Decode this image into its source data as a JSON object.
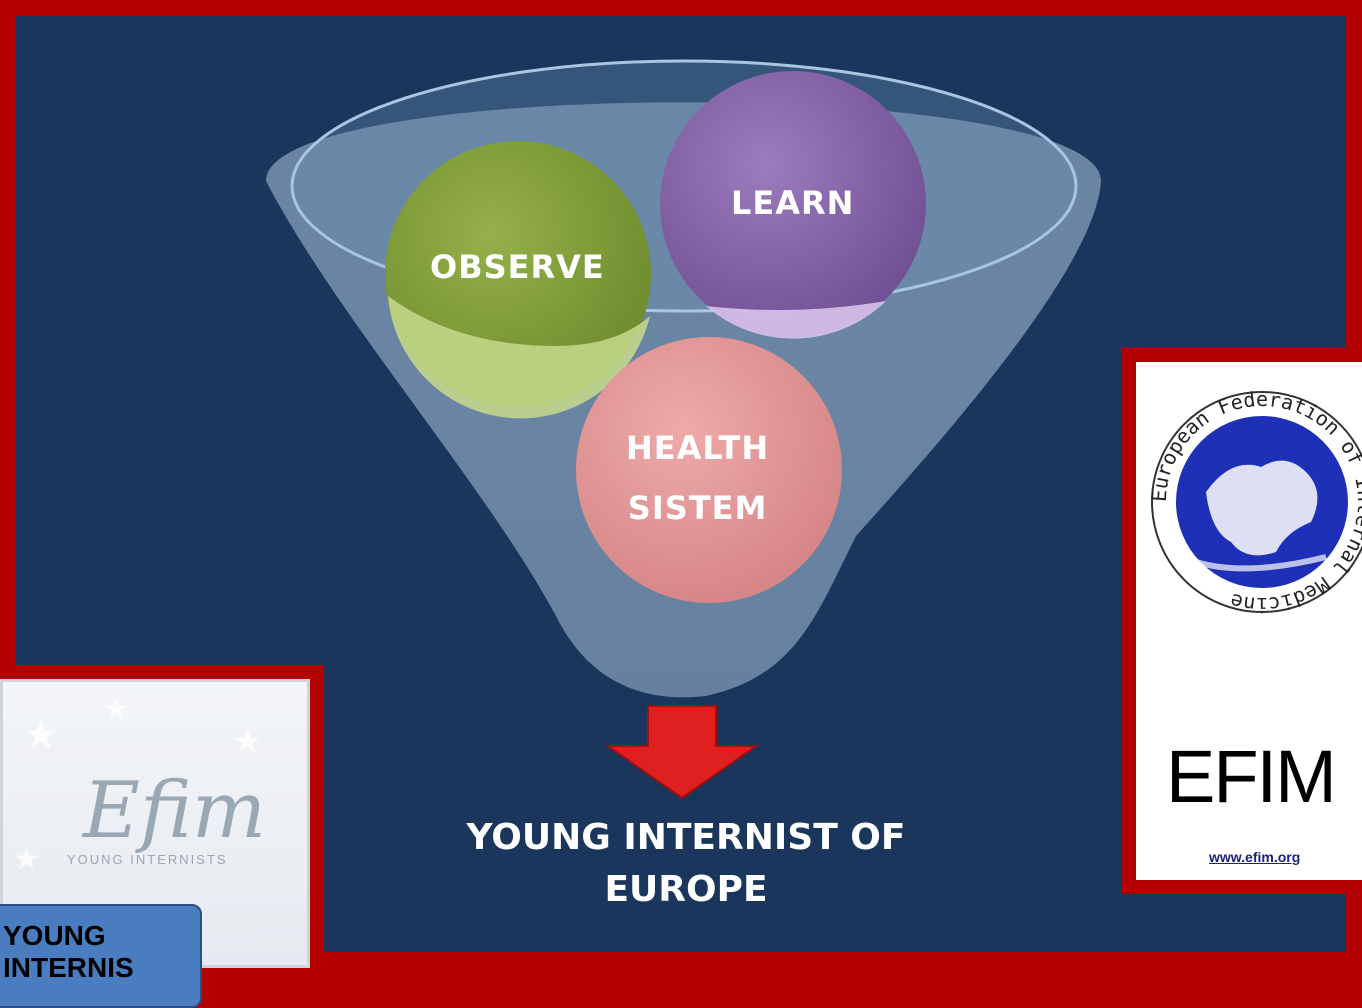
{
  "bubbles": [
    {
      "label_lines": [
        "OBSERVE"
      ],
      "color": "#7f9a3a"
    },
    {
      "label_lines": [
        "LEARN"
      ],
      "color": "#8a6aa8"
    },
    {
      "label_lines": [
        "HEALTH",
        "SISTEM"
      ],
      "color": "#e29a9a"
    }
  ],
  "arrow_icon": "down-arrow-icon",
  "result": {
    "line1": "YOUNG INTERNIST OF",
    "line2": "EUROPE"
  },
  "efim_logo": {
    "ring_text": "European Federation of Internal Medicine",
    "wordmark": "EFIM",
    "url": "www.efim.org"
  },
  "young_internists_logo": {
    "script": "Efim",
    "subtitle": "YOUNG INTERNISTS",
    "box_line1": "YOUNG",
    "box_line2": "INTERNIS"
  },
  "colors": {
    "background": "#1b365d",
    "frame": "#b30000",
    "arrow": "#e01f1f"
  }
}
